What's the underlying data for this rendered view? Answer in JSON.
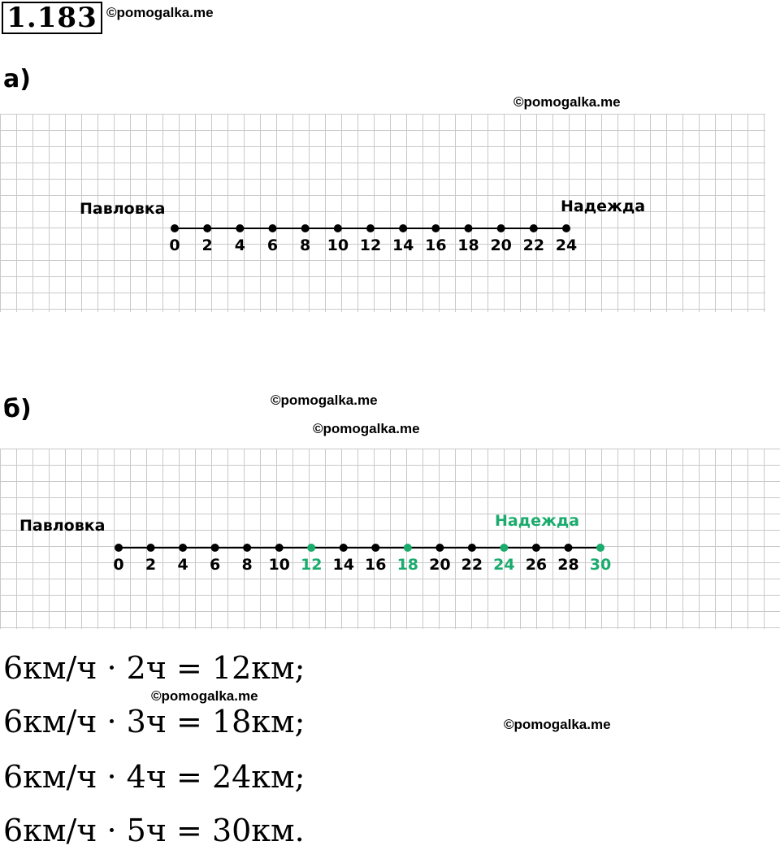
{
  "problem_number": "1.183",
  "watermark": "©pomogalka.me",
  "part_a": {
    "label": "а)",
    "start_place": "Павловка",
    "end_place": "Надежда",
    "ticks": [
      "0",
      "2",
      "4",
      "6",
      "8",
      "10",
      "12",
      "14",
      "16",
      "18",
      "20",
      "22",
      "24"
    ]
  },
  "part_b": {
    "label": "б)",
    "start_place": "Павловка",
    "end_place": "Надежда",
    "ticks": [
      "0",
      "2",
      "4",
      "6",
      "8",
      "10",
      "12",
      "14",
      "16",
      "18",
      "20",
      "22",
      "24",
      "26",
      "28",
      "30"
    ],
    "highlighted_ticks": [
      "12",
      "18",
      "24",
      "30"
    ],
    "highlight_color": "#1aab6d",
    "point_color": "#000000"
  },
  "equations": [
    "6км/ч · 2ч = 12км;",
    "6км/ч · 3ч = 18км;",
    "6км/ч · 4ч = 24км;",
    "6км/ч · 5ч = 30км."
  ]
}
